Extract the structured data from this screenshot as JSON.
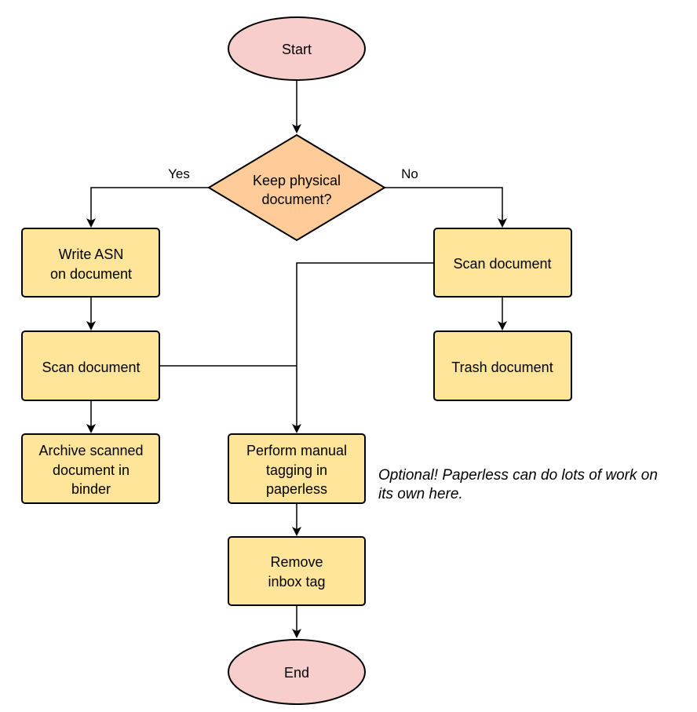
{
  "colors": {
    "terminal_fill": "#f8cecc",
    "decision_fill": "#ffcc99",
    "process_fill": "#ffe599",
    "stroke": "#000000",
    "background": "#ffffff"
  },
  "nodes": {
    "start": {
      "lines": [
        "Start"
      ]
    },
    "decision": {
      "lines": [
        "Keep physical",
        "document?"
      ]
    },
    "write_asn": {
      "lines": [
        "Write ASN",
        "on document"
      ]
    },
    "scan_left": {
      "lines": [
        "Scan document"
      ]
    },
    "archive": {
      "lines": [
        "Archive scanned",
        "document in",
        "binder"
      ]
    },
    "scan_right": {
      "lines": [
        "Scan document"
      ]
    },
    "trash": {
      "lines": [
        "Trash document"
      ]
    },
    "manual_tagging": {
      "lines": [
        "Perform manual",
        "tagging in",
        "paperless"
      ]
    },
    "remove_inbox": {
      "lines": [
        "Remove",
        "inbox tag"
      ]
    },
    "end": {
      "lines": [
        "End"
      ]
    }
  },
  "edge_labels": {
    "yes": "Yes",
    "no": "No"
  },
  "note": {
    "lines": [
      "Optional! Paperless can do lots of work on",
      "its own here."
    ]
  }
}
